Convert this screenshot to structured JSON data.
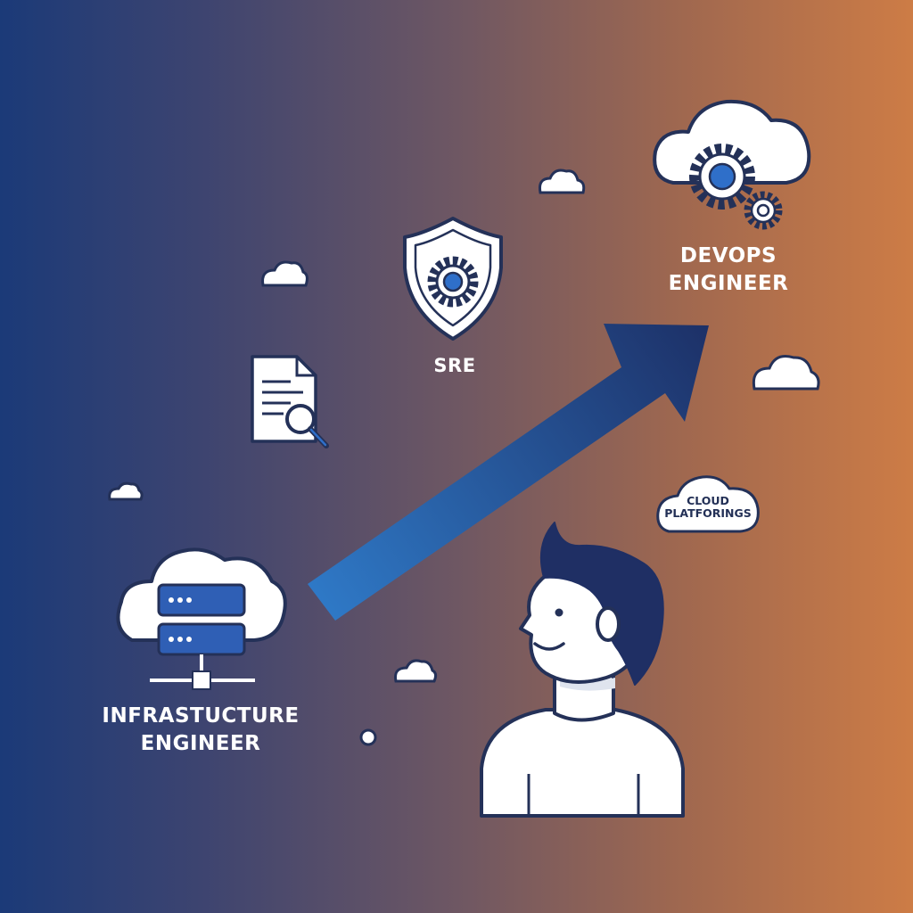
{
  "labels": {
    "infrastructure_engineer": {
      "line1": "INFRASTUCTURE",
      "line2": "ENGINEER"
    },
    "sre": "SRE",
    "devops_engineer": {
      "line1": "DEVOPS",
      "line2": "ENGINEER"
    },
    "cloud_platforms": {
      "line1": "CLOUD",
      "line2": "PLATFORINGS"
    }
  },
  "icons": {
    "server_cloud": "server-cloud-icon",
    "document_search": "document-search-icon",
    "shield_gear": "shield-gear-icon",
    "cloud_gears": "cloud-gears-icon",
    "growth_arrow": "growth-arrow-icon",
    "person": "person-illustration",
    "decorative_cloud": "cloud-icon"
  },
  "colors": {
    "gradient_left": "#1b3a78",
    "gradient_right": "#cd7c46",
    "outline": "#243158",
    "accent_blue": "#2f6fc9",
    "white": "#ffffff"
  }
}
